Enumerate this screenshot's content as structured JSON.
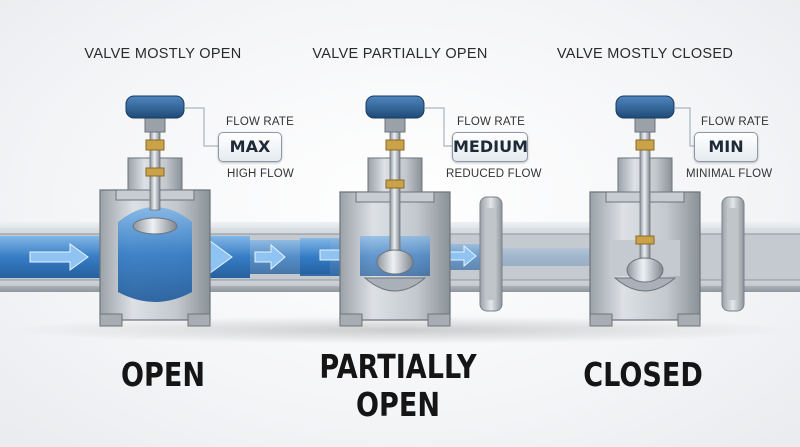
{
  "valves": [
    {
      "caption": "VALVE MOSTLY OPEN",
      "flow_title": "FLOW RATE",
      "flow_value": "MAX",
      "flow_desc": "HIGH FLOW",
      "state_label": "OPEN"
    },
    {
      "caption": "VALVE PARTIALLY OPEN",
      "flow_title": "FLOW RATE",
      "flow_value": "MEDIUM",
      "flow_desc": "REDUCED FLOW",
      "state_label": "PARTIALLY OPEN"
    },
    {
      "caption": "VALVE MOSTLY CLOSED",
      "flow_title": "FLOW RATE",
      "flow_value": "MIN",
      "flow_desc": "MINIMAL FLOW",
      "state_label": "CLOSED"
    }
  ],
  "colors": {
    "water_blue": "#2f79c4",
    "handwheel_blue": "#2d5f94",
    "steel": "#b9bec4",
    "brass": "#c9a24a"
  }
}
